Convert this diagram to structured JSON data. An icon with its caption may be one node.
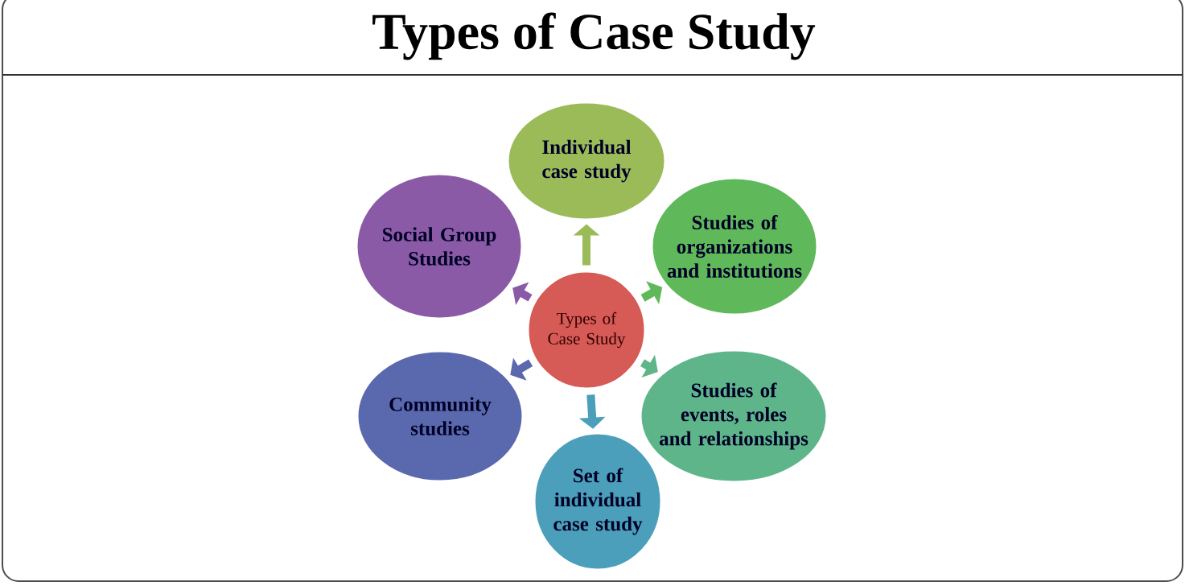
{
  "diagram": {
    "title": "Types of Case Study",
    "nodes": [
      {
        "text": [
          "Types of Case Study"
        ]
      },
      {
        "text": [
          "Individual case study"
        ]
      },
      {
        "text": [
          "Studies of organizations and institutions"
        ]
      },
      {
        "text": [
          "Studies of events, roles and relationships"
        ]
      },
      {
        "text": [
          "Set of individual case study"
        ]
      },
      {
        "text": [
          "Community studies"
        ]
      },
      {
        "text": [
          "Social Group Studies"
        ]
      }
    ],
    "edges": [
      {
        "from": 0,
        "to": 1,
        "arrow": "to",
        "color": "#9bbb59"
      },
      {
        "from": 0,
        "to": 2,
        "arrow": "to",
        "color": "#5fb95a"
      },
      {
        "from": 0,
        "to": 3,
        "arrow": "to",
        "color": "#5fb58a"
      },
      {
        "from": 0,
        "to": 4,
        "arrow": "to",
        "color": "#4b9fba"
      },
      {
        "from": 0,
        "to": 5,
        "arrow": "to",
        "color": "#5a68ad"
      },
      {
        "from": 0,
        "to": 6,
        "arrow": "to",
        "color": "#8a5aa6"
      }
    ]
  }
}
